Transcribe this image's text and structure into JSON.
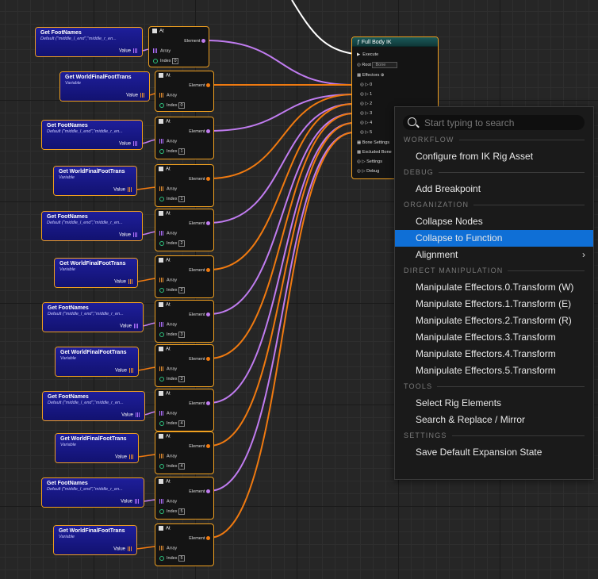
{
  "nodes": {
    "get_foot_names": {
      "title": "Get FootNames",
      "default": "Default (\"middle_l_end\",\"middle_r_en...",
      "value_label": "Value"
    },
    "get_world_final": {
      "title": "Get WorldFinalFootTrans",
      "sub": "Variable",
      "value_label": "Value"
    },
    "at": {
      "title": "At",
      "element": "Element",
      "array": "Array",
      "index": "Index",
      "indices": [
        "0",
        "0",
        "1",
        "1",
        "2",
        "2",
        "3",
        "3",
        "4",
        "4",
        "5",
        "5"
      ]
    },
    "full_body_ik": {
      "title": "Full Body IK",
      "execute": "Execute",
      "root": "Root",
      "root_value": "Bone",
      "effectors": "Effectors",
      "effector_indices": [
        "0",
        "1",
        "2",
        "3",
        "4",
        "5"
      ],
      "bone_settings": "Bone Settings",
      "excluded_bones": "Excluded Bone",
      "settings": "Settings",
      "debug": "Debug"
    }
  },
  "menu": {
    "search_placeholder": "Start typing to search",
    "sections": [
      {
        "title": "WORKFLOW",
        "items": [
          {
            "label": "Configure from IK Rig Asset"
          }
        ]
      },
      {
        "title": "DEBUG",
        "items": [
          {
            "label": "Add Breakpoint"
          }
        ]
      },
      {
        "title": "ORGANIZATION",
        "items": [
          {
            "label": "Collapse Nodes"
          },
          {
            "label": "Collapse to Function",
            "highlighted": true
          },
          {
            "label": "Alignment",
            "submenu": true
          }
        ]
      },
      {
        "title": "DIRECT MANIPULATION",
        "items": [
          {
            "label": "Manipulate Effectors.0.Transform (W)"
          },
          {
            "label": "Manipulate Effectors.1.Transform (E)"
          },
          {
            "label": "Manipulate Effectors.2.Transform (R)"
          },
          {
            "label": "Manipulate Effectors.3.Transform"
          },
          {
            "label": "Manipulate Effectors.4.Transform"
          },
          {
            "label": "Manipulate Effectors.5.Transform"
          }
        ]
      },
      {
        "title": "TOOLS",
        "items": [
          {
            "label": "Select Rig Elements"
          },
          {
            "label": "Search & Replace / Mirror"
          }
        ]
      },
      {
        "title": "SETTINGS",
        "items": [
          {
            "label": "Save Default Expansion State"
          }
        ]
      }
    ]
  },
  "colors": {
    "wire_purple": "#c07cf0",
    "wire_orange": "#f07a10",
    "wire_white": "#ffffff",
    "selection": "#f0a020",
    "menu_highlight": "#0f6fd6"
  }
}
